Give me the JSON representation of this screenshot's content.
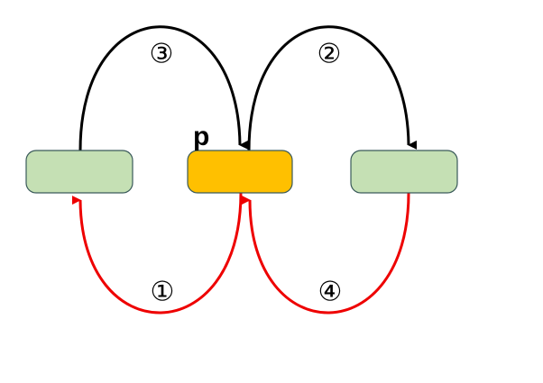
{
  "colors": {
    "background": "#ffffff",
    "node_green": "#c5e0b4",
    "node_orange": "#ffc000",
    "node_border": "#3a5a5a",
    "arrow_black": "#000000",
    "arrow_red": "#ee0000"
  },
  "nodes": [
    {
      "id": "left",
      "label": "",
      "color": "node_green"
    },
    {
      "id": "middle",
      "label": "p",
      "color": "node_orange"
    },
    {
      "id": "right",
      "label": "",
      "color": "node_green"
    }
  ],
  "pointer_label": "p",
  "arrows": [
    {
      "step": "③",
      "from": "left",
      "to": "middle",
      "color": "arrow_black"
    },
    {
      "step": "②",
      "from": "middle",
      "to": "right",
      "color": "arrow_black"
    },
    {
      "step": "①",
      "from": "middle",
      "to": "left",
      "color": "arrow_red"
    },
    {
      "step": "④",
      "from": "right",
      "to": "middle",
      "color": "arrow_red"
    }
  ]
}
